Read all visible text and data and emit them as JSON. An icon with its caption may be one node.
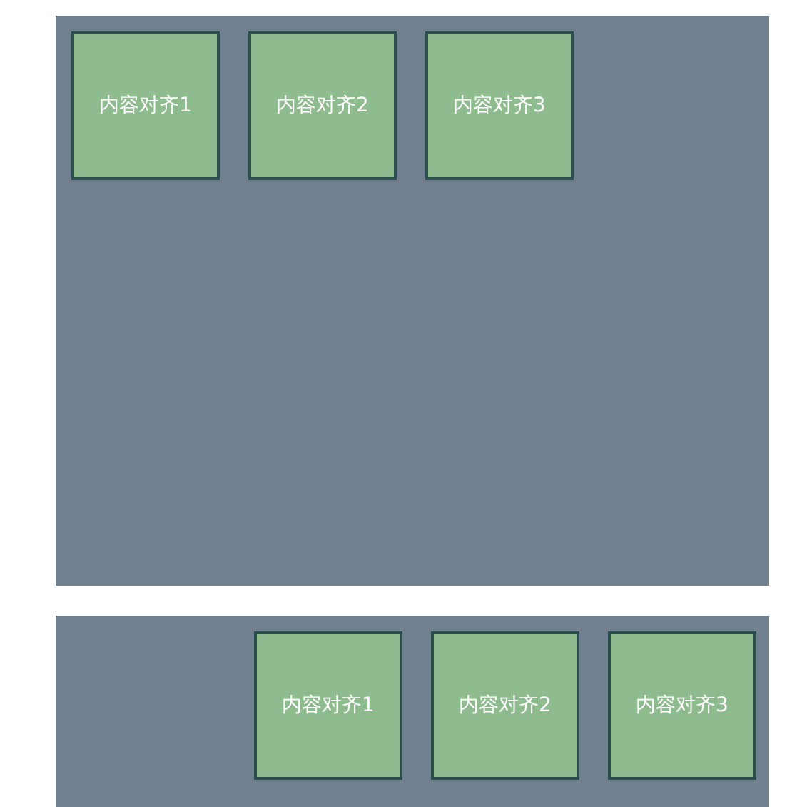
{
  "diagram": {
    "nodes": [
      {
        "text": [],
        "shape": "box"
      },
      {
        "text": [
          "内容对齐1"
        ],
        "in": 0
      },
      {
        "text": [
          "内容对齐2"
        ],
        "in": 0
      },
      {
        "text": [
          "内容对齐3"
        ],
        "in": 0
      },
      {
        "text": [],
        "shape": "box"
      },
      {
        "text": [
          "内容对齐1"
        ],
        "in": 4
      },
      {
        "text": [
          "内容对齐2"
        ],
        "in": 4
      },
      {
        "text": [
          "内容对齐3"
        ],
        "in": 4
      }
    ]
  }
}
